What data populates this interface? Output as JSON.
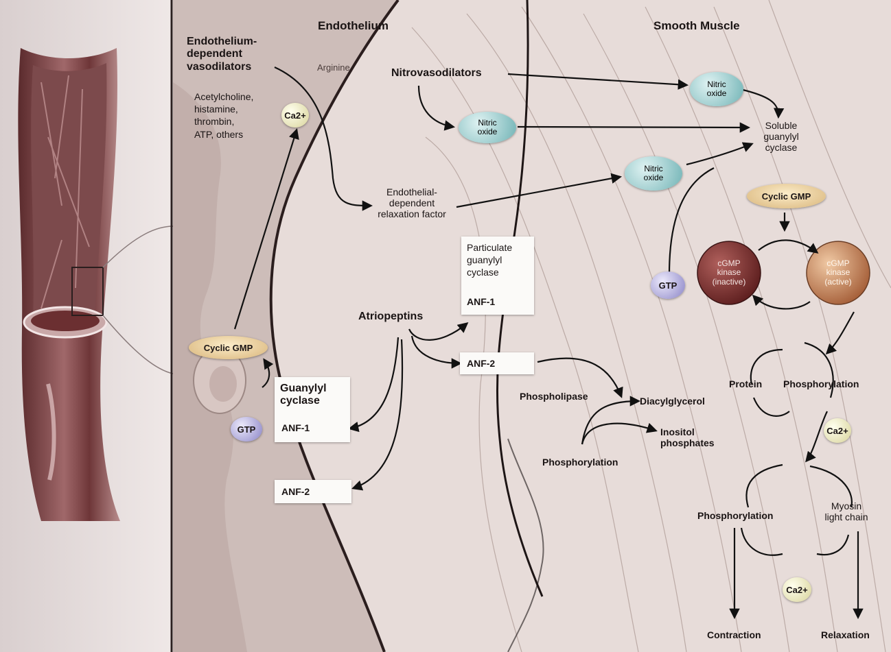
{
  "headings": {
    "endothelium": "Endothelium",
    "smooth_muscle": "Smooth Muscle"
  },
  "vasodilators": {
    "title_lines": [
      "Endothelium-",
      "dependent",
      "vasodilators"
    ],
    "item_lines": [
      "Acetylcholine,",
      "histamine,",
      "thrombin,",
      "ATP, others"
    ]
  },
  "labels": {
    "arginine": "Arginine",
    "ca_top": "Ca2+",
    "nitrovasodilators": "Nitrovasodilators",
    "nitric_oxide_center": [
      "Nitric",
      "oxide"
    ],
    "nitric_oxide_top": [
      "Nitric",
      "oxide"
    ],
    "nitric_oxide_mid": [
      "Nitric",
      "oxide"
    ],
    "soluble_gc": [
      "Soluble",
      "guanylyl",
      "cyclase"
    ],
    "edrf": [
      "Endothelial-",
      "dependent",
      "relaxation factor"
    ],
    "cyclic_gmp_left": "Cyclic GMP",
    "cyclic_gmp_right": "Cyclic GMP",
    "particulate_gc": [
      "Particulate",
      "guanylyl",
      "cyclase"
    ],
    "anf1_particulate": "ANF-1",
    "atriopeptins": "Atriopeptins",
    "anf2_mid": "ANF-2",
    "guanylyl_cyclase": [
      "Guanylyl",
      "cyclase"
    ],
    "anf1_left": "ANF-1",
    "gtp_left": "GTP",
    "gtp_right": "GTP",
    "anf2_low": "ANF-2",
    "cgmp_kinase_inactive": [
      "cGMP",
      "kinase",
      "(inactive)"
    ],
    "cgmp_kinase_active": [
      "cGMP",
      "kinase",
      "(active)"
    ],
    "phospholipase": "Phospholipase",
    "diacylglycerol": "Diacylglycerol",
    "inositol": [
      "Inositol",
      "phosphates"
    ],
    "phosphorylation_mid": "Phosphorylation",
    "protein": "Protein",
    "phosphorylation_right": "Phosphorylation",
    "ca_mid": "Ca2+",
    "phosphorylation_low": "Phosphorylation",
    "myosin": [
      "Myosin",
      "light chain"
    ],
    "ca_low": "Ca2+",
    "contraction": "Contraction",
    "relaxation": "Relaxation"
  },
  "colors": {
    "nitric_oxide": "#9fd3d3",
    "cyclic_gmp": "#f2d9a5",
    "gtp": "#b7b3df",
    "ca": "#f5f1c7",
    "kinase_inactive": "#7b2e2c",
    "kinase_active": "#c5844f"
  }
}
